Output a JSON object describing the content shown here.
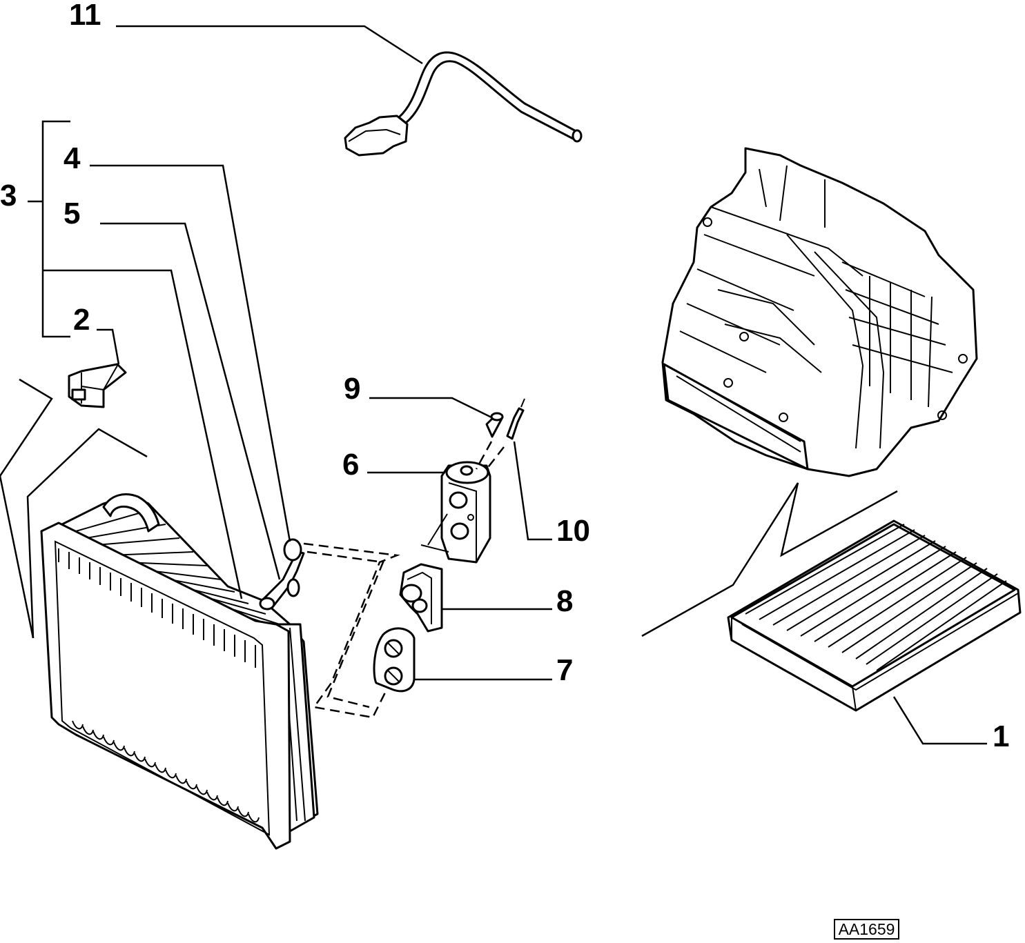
{
  "callouts": {
    "c1": "1",
    "c2": "2",
    "c3": "3",
    "c4": "4",
    "c5": "5",
    "c6": "6",
    "c7": "7",
    "c8": "8",
    "c9": "9",
    "c10": "10",
    "c11": "11"
  },
  "reference_code": "AA1659"
}
